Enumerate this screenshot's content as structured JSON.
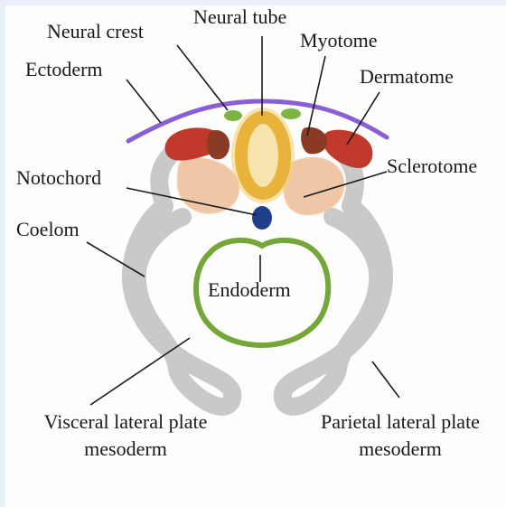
{
  "diagram": {
    "labels": {
      "neural_tube": "Neural tube",
      "neural_crest": "Neural crest",
      "myotome": "Myotome",
      "ectoderm": "Ectoderm",
      "dermatome": "Dermatome",
      "notochord": "Notochord",
      "sclerotome": "Sclerotome",
      "coelom": "Coelom",
      "endoderm": "Endoderm",
      "visceral_line1": "Visceral lateral plate",
      "visceral_line2": "mesoderm",
      "parietal_line1": "Parietal lateral plate",
      "parietal_line2": "mesoderm"
    },
    "colors": {
      "ectoderm": "#8a5fd6",
      "neural_tube": "#e9b23a",
      "neural_crest": "#7cb342",
      "myotome": "#8b3a26",
      "dermatome": "#c0392b",
      "sclerotome": "#efc6a6",
      "notochord": "#1e3f8a",
      "endoderm": "#74a63a",
      "mesoderm": "#c8c8c8"
    }
  }
}
